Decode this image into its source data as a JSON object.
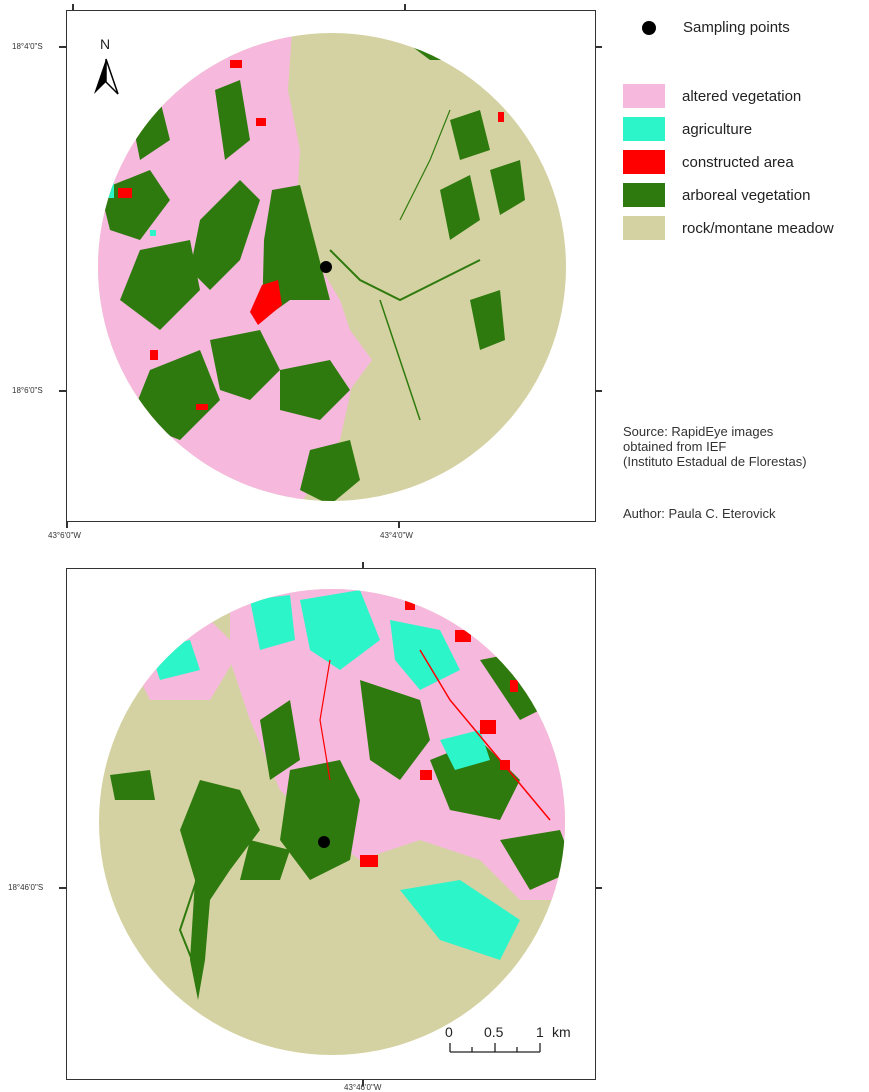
{
  "colors": {
    "altered": "#F7B8DE",
    "agriculture": "#2CF5C9",
    "constructed": "#FF0000",
    "arboreal": "#2E7A0E",
    "rock": "#D4D2A2",
    "point": "#000000"
  },
  "map1": {
    "lat_top": "18°4'0\"S",
    "lat_bottom": "18°6'0\"S",
    "lon_left": "43°6'0\"W",
    "lon_right": "43°4'0\"W",
    "north_label": "N"
  },
  "map2": {
    "lat": "18°46'0\"S",
    "lon": "43°46'0\"W"
  },
  "legend": {
    "point_label": "Sampling points",
    "items": [
      {
        "label": "altered vegetation",
        "color": "#F7B8DE"
      },
      {
        "label": "agriculture",
        "color": "#2CF5C9"
      },
      {
        "label": "constructed area",
        "color": "#FF0000"
      },
      {
        "label": "arboreal vegetation",
        "color": "#2E7A0E"
      },
      {
        "label": "rock/montane meadow",
        "color": "#D4D2A2"
      }
    ]
  },
  "source": {
    "line1": "Source: RapidEye images",
    "line2": "obtained from IEF",
    "line3": "(Instituto Estadual de Florestas)"
  },
  "author": "Author: Paula C. Eterovick",
  "scale": {
    "t0": "0",
    "t1": "0.5",
    "t2": "1",
    "unit": "km"
  }
}
